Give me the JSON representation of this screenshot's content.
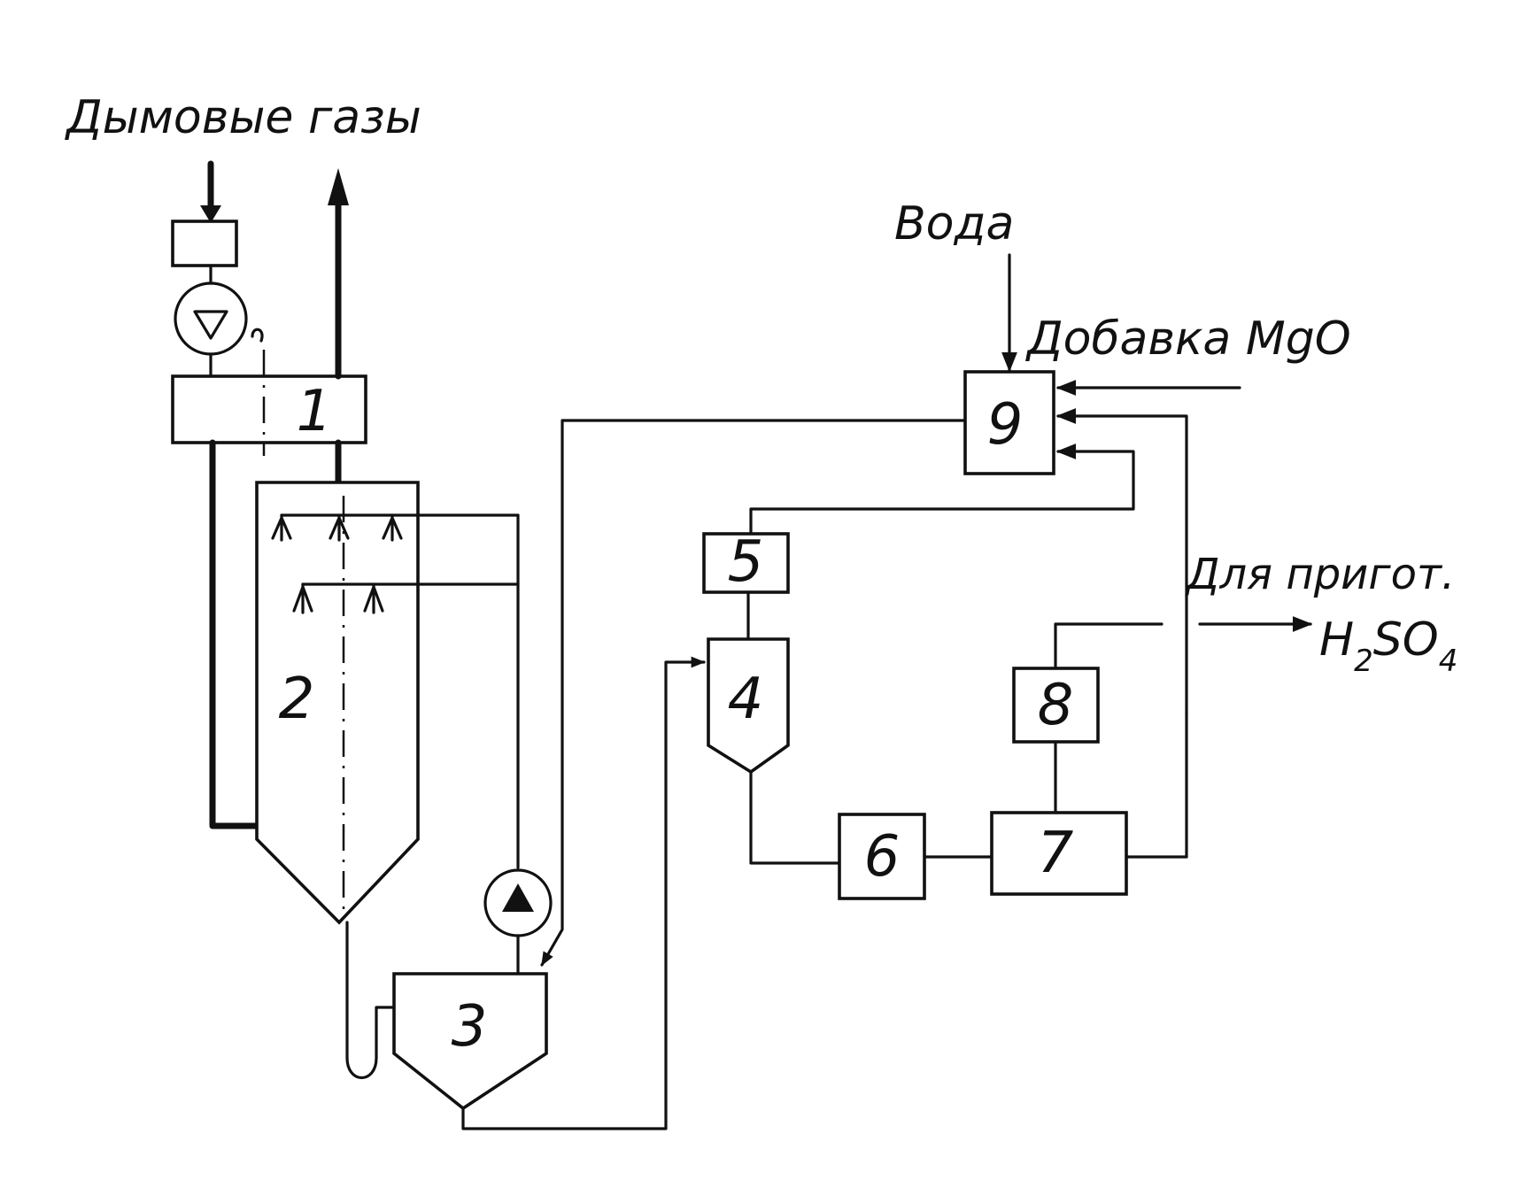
{
  "labels": {
    "flue_gases": "Дымовые газы",
    "water": "Вода",
    "mgo_additive": "Добавка MgO",
    "for_preparation": "Для пригот.",
    "product_main": "H",
    "product_sub1": "2",
    "product_mid": "SO",
    "product_sub2": "4"
  },
  "units": {
    "u1": "1",
    "u2": "2",
    "u3": "3",
    "u4": "4",
    "u5": "5",
    "u6": "6",
    "u7": "7",
    "u8": "8",
    "u9": "9"
  },
  "icons": [
    "fan-icon",
    "pump-icon",
    "spray-nozzle-icon",
    "arrow-icon"
  ],
  "colors": {
    "ink": "#111111",
    "paper": "#ffffff"
  }
}
